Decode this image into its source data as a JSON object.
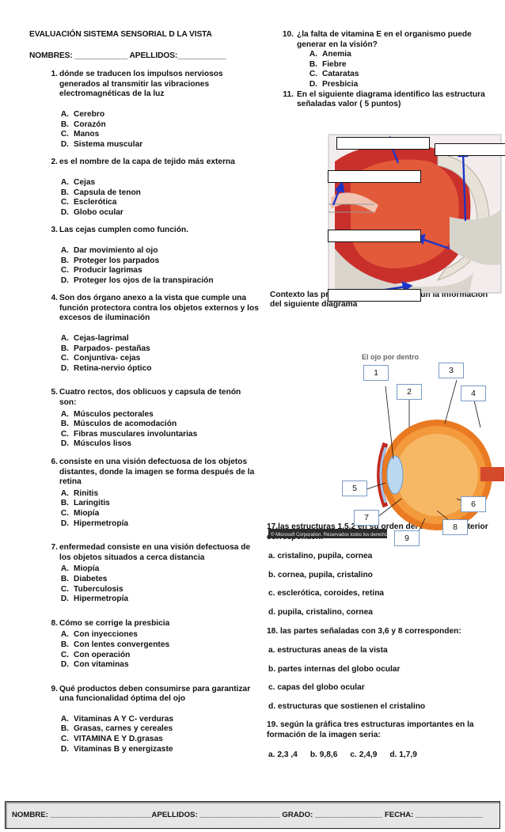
{
  "header": {
    "title": "EVALUACIÓN SISTEMA SENSORIAL D LA VISTA",
    "names_line": "NOMBRES: ____________ APELLIDOS:___________"
  },
  "left_questions": [
    {
      "num": "1.",
      "text": "dónde se traducen los impulsos nerviosos generados al transmitir las vibraciones electromagnéticas de la luz",
      "options": [
        {
          "l": "A.",
          "t": "Cerebro"
        },
        {
          "l": "B.",
          "t": "Corazón"
        },
        {
          "l": "C.",
          "t": "Manos"
        },
        {
          "l": "D.",
          "t": "Sistema muscular"
        }
      ]
    },
    {
      "num": "2.",
      "text": "es el nombre de la capa de tejido más externa",
      "options": [
        {
          "l": "A.",
          "t": "Cejas"
        },
        {
          "l": "B.",
          "t": "Capsula de tenon"
        },
        {
          "l": "C.",
          "t": "Esclerótica"
        },
        {
          "l": "D.",
          "t": "Globo ocular"
        }
      ]
    },
    {
      "num": "3.",
      "text": "Las cejas cumplen como  función.",
      "options": [
        {
          "l": "A.",
          "t": "Dar movimiento al ojo"
        },
        {
          "l": "B.",
          "t": "Proteger los parpados"
        },
        {
          "l": "C.",
          "t": "Producir lagrimas"
        },
        {
          "l": "D.",
          "t": "Proteger los ojos de la transpiración"
        }
      ]
    },
    {
      "num": "4.",
      "text": "Son dos órgano anexo a la vista que cumple una función protectora contra los objetos externos y los excesos de iluminación",
      "options": [
        {
          "l": "A.",
          "t": "Cejas-lagrimal"
        },
        {
          "l": "B.",
          "t": "Parpados- pestañas"
        },
        {
          "l": "C.",
          "t": "Conjuntiva- cejas"
        },
        {
          "l": "D.",
          "t": "Retina-nervio óptico"
        }
      ]
    },
    {
      "num": "5.",
      "text": "Cuatro rectos, dos oblicuos y capsula de tenón son:",
      "options": [
        {
          "l": "A.",
          "t": "Músculos pectorales"
        },
        {
          "l": "B.",
          "t": "Músculos de acomodación"
        },
        {
          "l": "C.",
          "t": "Fibras musculares involuntarias"
        },
        {
          "l": "D.",
          "t": "Músculos lisos"
        }
      ]
    },
    {
      "num": "6.",
      "text": "consiste en una visión defectuosa de los objetos distantes, donde la imagen se forma después de la retina",
      "options": [
        {
          "l": "A.",
          "t": "Rinitis"
        },
        {
          "l": "B.",
          "t": "Laringitis"
        },
        {
          "l": "C.",
          "t": "Miopía"
        },
        {
          "l": "D.",
          "t": "Hipermetropía"
        }
      ]
    },
    {
      "num": "7.",
      "text": "enfermedad consiste en una visión defectuosa de los objetos situados a cerca distancia",
      "options": [
        {
          "l": "A.",
          "t": "Miopía"
        },
        {
          "l": "B.",
          "t": "Diabetes"
        },
        {
          "l": "C.",
          "t": "Tuberculosis"
        },
        {
          "l": "D.",
          "t": "Hipermetropía"
        }
      ]
    },
    {
      "num": "8.",
      "text": "Cómo se corrige la presbicia",
      "options": [
        {
          "l": "A.",
          "t": "Con inyecciones"
        },
        {
          "l": "B.",
          "t": "Con lentes convergentes"
        },
        {
          "l": "C.",
          "t": "Con operación"
        },
        {
          "l": "D.",
          "t": "Con vitaminas"
        }
      ]
    },
    {
      "num": "9.",
      "text": "Qué productos deben consumirse para garantizar una funcionalidad óptima del ojo",
      "options": [
        {
          "l": "A.",
          "t": "Vitaminas A Y C- verduras"
        },
        {
          "l": "B.",
          "t": "Grasas, carnes y cereales"
        },
        {
          "l": "C.",
          "t": "VITAMINA E Y D.grasas"
        },
        {
          "l": "D.",
          "t": "Vitaminas B y energizaste"
        }
      ]
    }
  ],
  "q10": {
    "num": "10.",
    "text": "¿la falta de vitamina E en el organismo puede generar en la visión?",
    "options": [
      {
        "l": "A.",
        "t": "Anemia"
      },
      {
        "l": "B.",
        "t": "Fiebre"
      },
      {
        "l": "C.",
        "t": "Cataratas"
      },
      {
        "l": "D.",
        "t": "Presbicia"
      }
    ]
  },
  "q11": {
    "num": "11.",
    "text": "En el siguiente diagrama identifico las estructura señaladas valor (  5 puntos)"
  },
  "context": "Contexto las preguntas 17,18,19,20 según la información del siguiente diagrama",
  "diagram2": {
    "title": "El ojo por dentro",
    "copyright": "© Microsoft Corporation. Reservados todos los derechos.",
    "labels": [
      "1",
      "2",
      "3",
      "4",
      "5",
      "6",
      "7",
      "8",
      "9"
    ]
  },
  "q17": {
    "text": "17.las estructuras 1,5,2 en su orden del exterior al interior corresponden:",
    "answers": [
      "a. cristalino, pupila, cornea",
      "b. cornea, pupila, cristalino",
      "c. esclerótica, coroides, retina",
      "d. pupila, cristalino, cornea"
    ]
  },
  "q18": {
    "text": "18. las partes señaladas con 3,6 y 8 corresponden:",
    "answers": [
      "a. estructuras aneas de la vista",
      "b. partes internas del globo ocular",
      "c. capas del globo ocular",
      "d. estructuras que sostienen el cristalino"
    ]
  },
  "q19": {
    "text": "19. según la gráfica tres estructuras importantes en la formación de la imagen seria:",
    "answers": [
      "a.  2,3 ,4",
      "b. 9,8,6",
      "c. 2,4,9",
      "d. 1,7,9"
    ]
  },
  "footer": "NOMBRE: ________________________APELLIDOS: ___________________ GRADO: ________________ FECHA: ________________",
  "colors": {
    "arrow": "#1f35c8",
    "box_border": "#7a9cc6",
    "footer_bg": "#e6e6e6"
  }
}
